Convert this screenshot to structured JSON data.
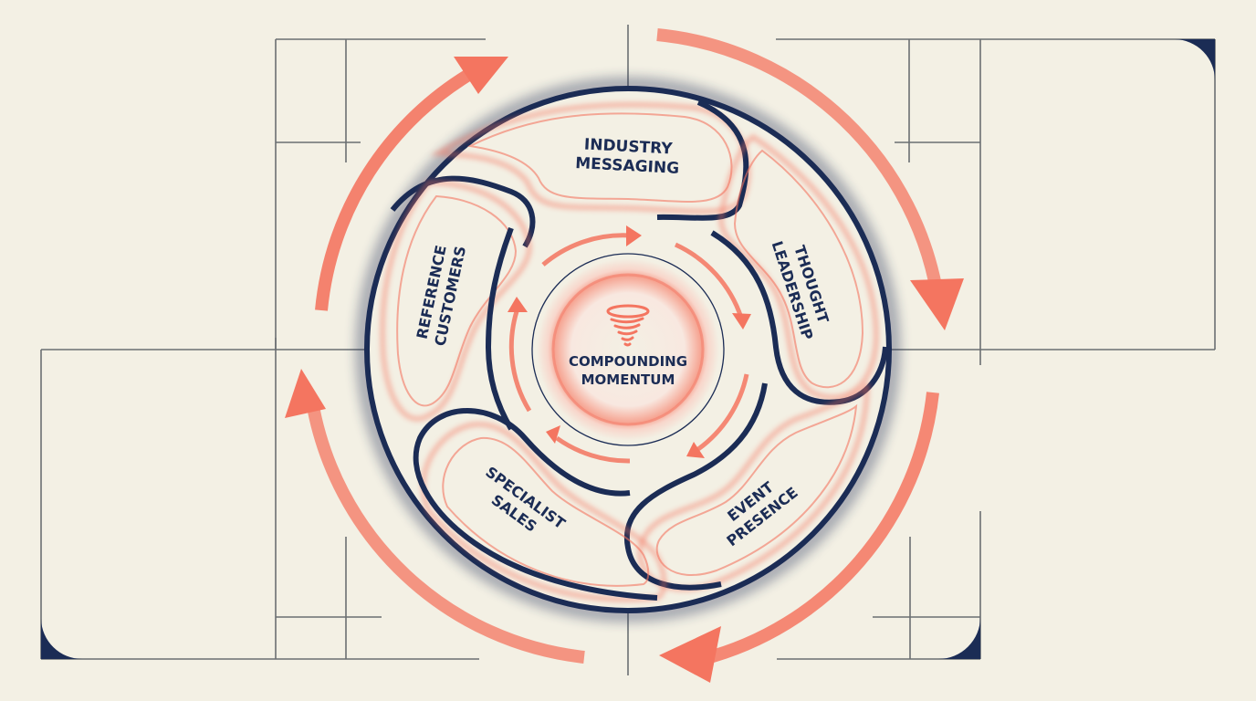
{
  "colors": {
    "background": "#F3F0E4",
    "navy": "#1B2C55",
    "coral": "#F47560",
    "frame_line": "#6B6F72"
  },
  "center": {
    "icon": "tornado-icon",
    "line1": "COMPOUNDING",
    "line2": "MOMENTUM"
  },
  "segments": [
    {
      "id": "industry-messaging",
      "line1": "INDUSTRY",
      "line2": "MESSAGING"
    },
    {
      "id": "thought-leadership",
      "line1": "THOUGHT",
      "line2": "LEADERSHIP"
    },
    {
      "id": "event-presence",
      "line1": "EVENT",
      "line2": "PRESENCE"
    },
    {
      "id": "specialist-sales",
      "line1": "SPECIALIST",
      "line2": "SALES"
    },
    {
      "id": "reference-customers",
      "line1": "REFERENCE",
      "line2": "CUSTOMERS"
    }
  ],
  "outer_arrows": [
    "top-left-arrow",
    "right-arrow",
    "bottom-arrow",
    "left-arrow"
  ],
  "inner_arrows": [
    "inner-top-arrow",
    "inner-right-arrow",
    "inner-bottom-right-arrow",
    "inner-bottom-left-arrow",
    "inner-left-arrow"
  ]
}
